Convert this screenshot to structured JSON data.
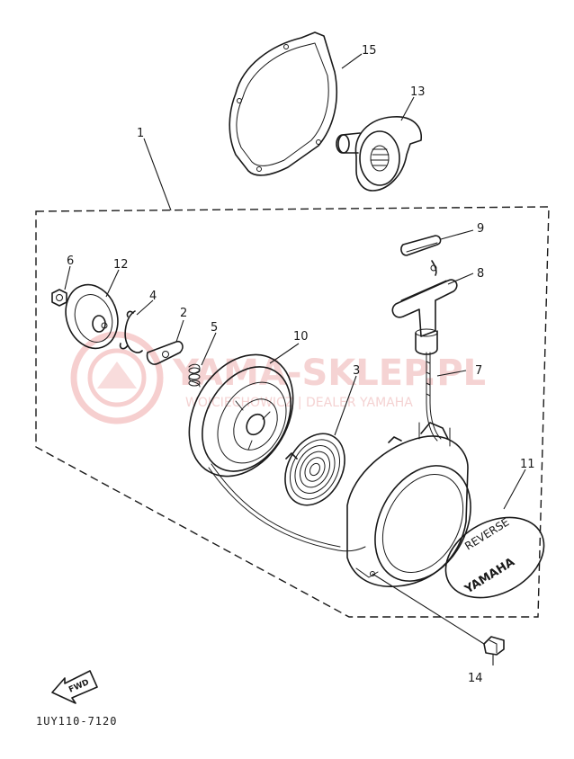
{
  "diagram": {
    "callouts": [
      "1",
      "2",
      "3",
      "4",
      "5",
      "6",
      "7",
      "8",
      "9",
      "10",
      "11",
      "12",
      "13",
      "14",
      "15"
    ],
    "fwd_label": "FWD",
    "drawing_code": "1UY110-7120",
    "cover_text": {
      "top": "REVERSE",
      "bottom": "YAMAHA"
    },
    "watermark": {
      "main": "YAMA-SKLEP.PL",
      "sub": "WOJCIECHOWICZ | DEALER YAMAHA"
    }
  }
}
